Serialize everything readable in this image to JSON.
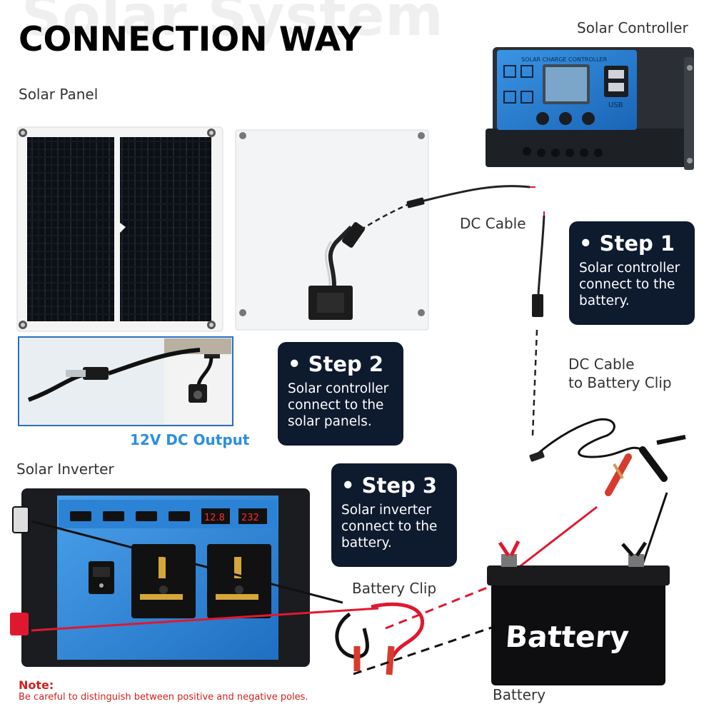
{
  "watermark": "Solar System",
  "title": "CONNECTION WAY",
  "labels": {
    "solar_controller": "Solar Controller",
    "solar_panel": "Solar Panel",
    "dc_cable": "DC Cable",
    "dc_cable_battery_line1": "DC Cable",
    "dc_cable_battery_line2": "to Battery Clip",
    "dc_output": "12V DC Output",
    "solar_inverter": "Solar Inverter",
    "battery_clip": "Battery Clip",
    "battery": "Battery",
    "battery_case_text": "Battery"
  },
  "controller": {
    "brand_text": "SOLAR CHARGE CONTROLLER",
    "usb_text": "USB"
  },
  "inverter": {
    "display_left": "12.8",
    "display_right": "232"
  },
  "steps": [
    {
      "title": "• Step 1",
      "line1": "Solar controller",
      "line2": "connect to the",
      "line3": "battery."
    },
    {
      "title": "• Step 2",
      "line1": "Solar controller",
      "line2": "connect to the",
      "line3": "solar panels."
    },
    {
      "title": "• Step 3",
      "line1": "Solar inverter",
      "line2": "connect to the",
      "line3": "battery."
    }
  ],
  "note": {
    "title": "Note:",
    "body": "Be careful to distinguish between positive and negative poles."
  },
  "colors": {
    "card_bg": "#0e1a2e",
    "inverter_blue": "#2f86d8",
    "controller_blue": "#1f78c8",
    "note_red": "#d21f1f",
    "dc_output_blue": "#2b8fe0",
    "cable_red": "#e0182f"
  }
}
